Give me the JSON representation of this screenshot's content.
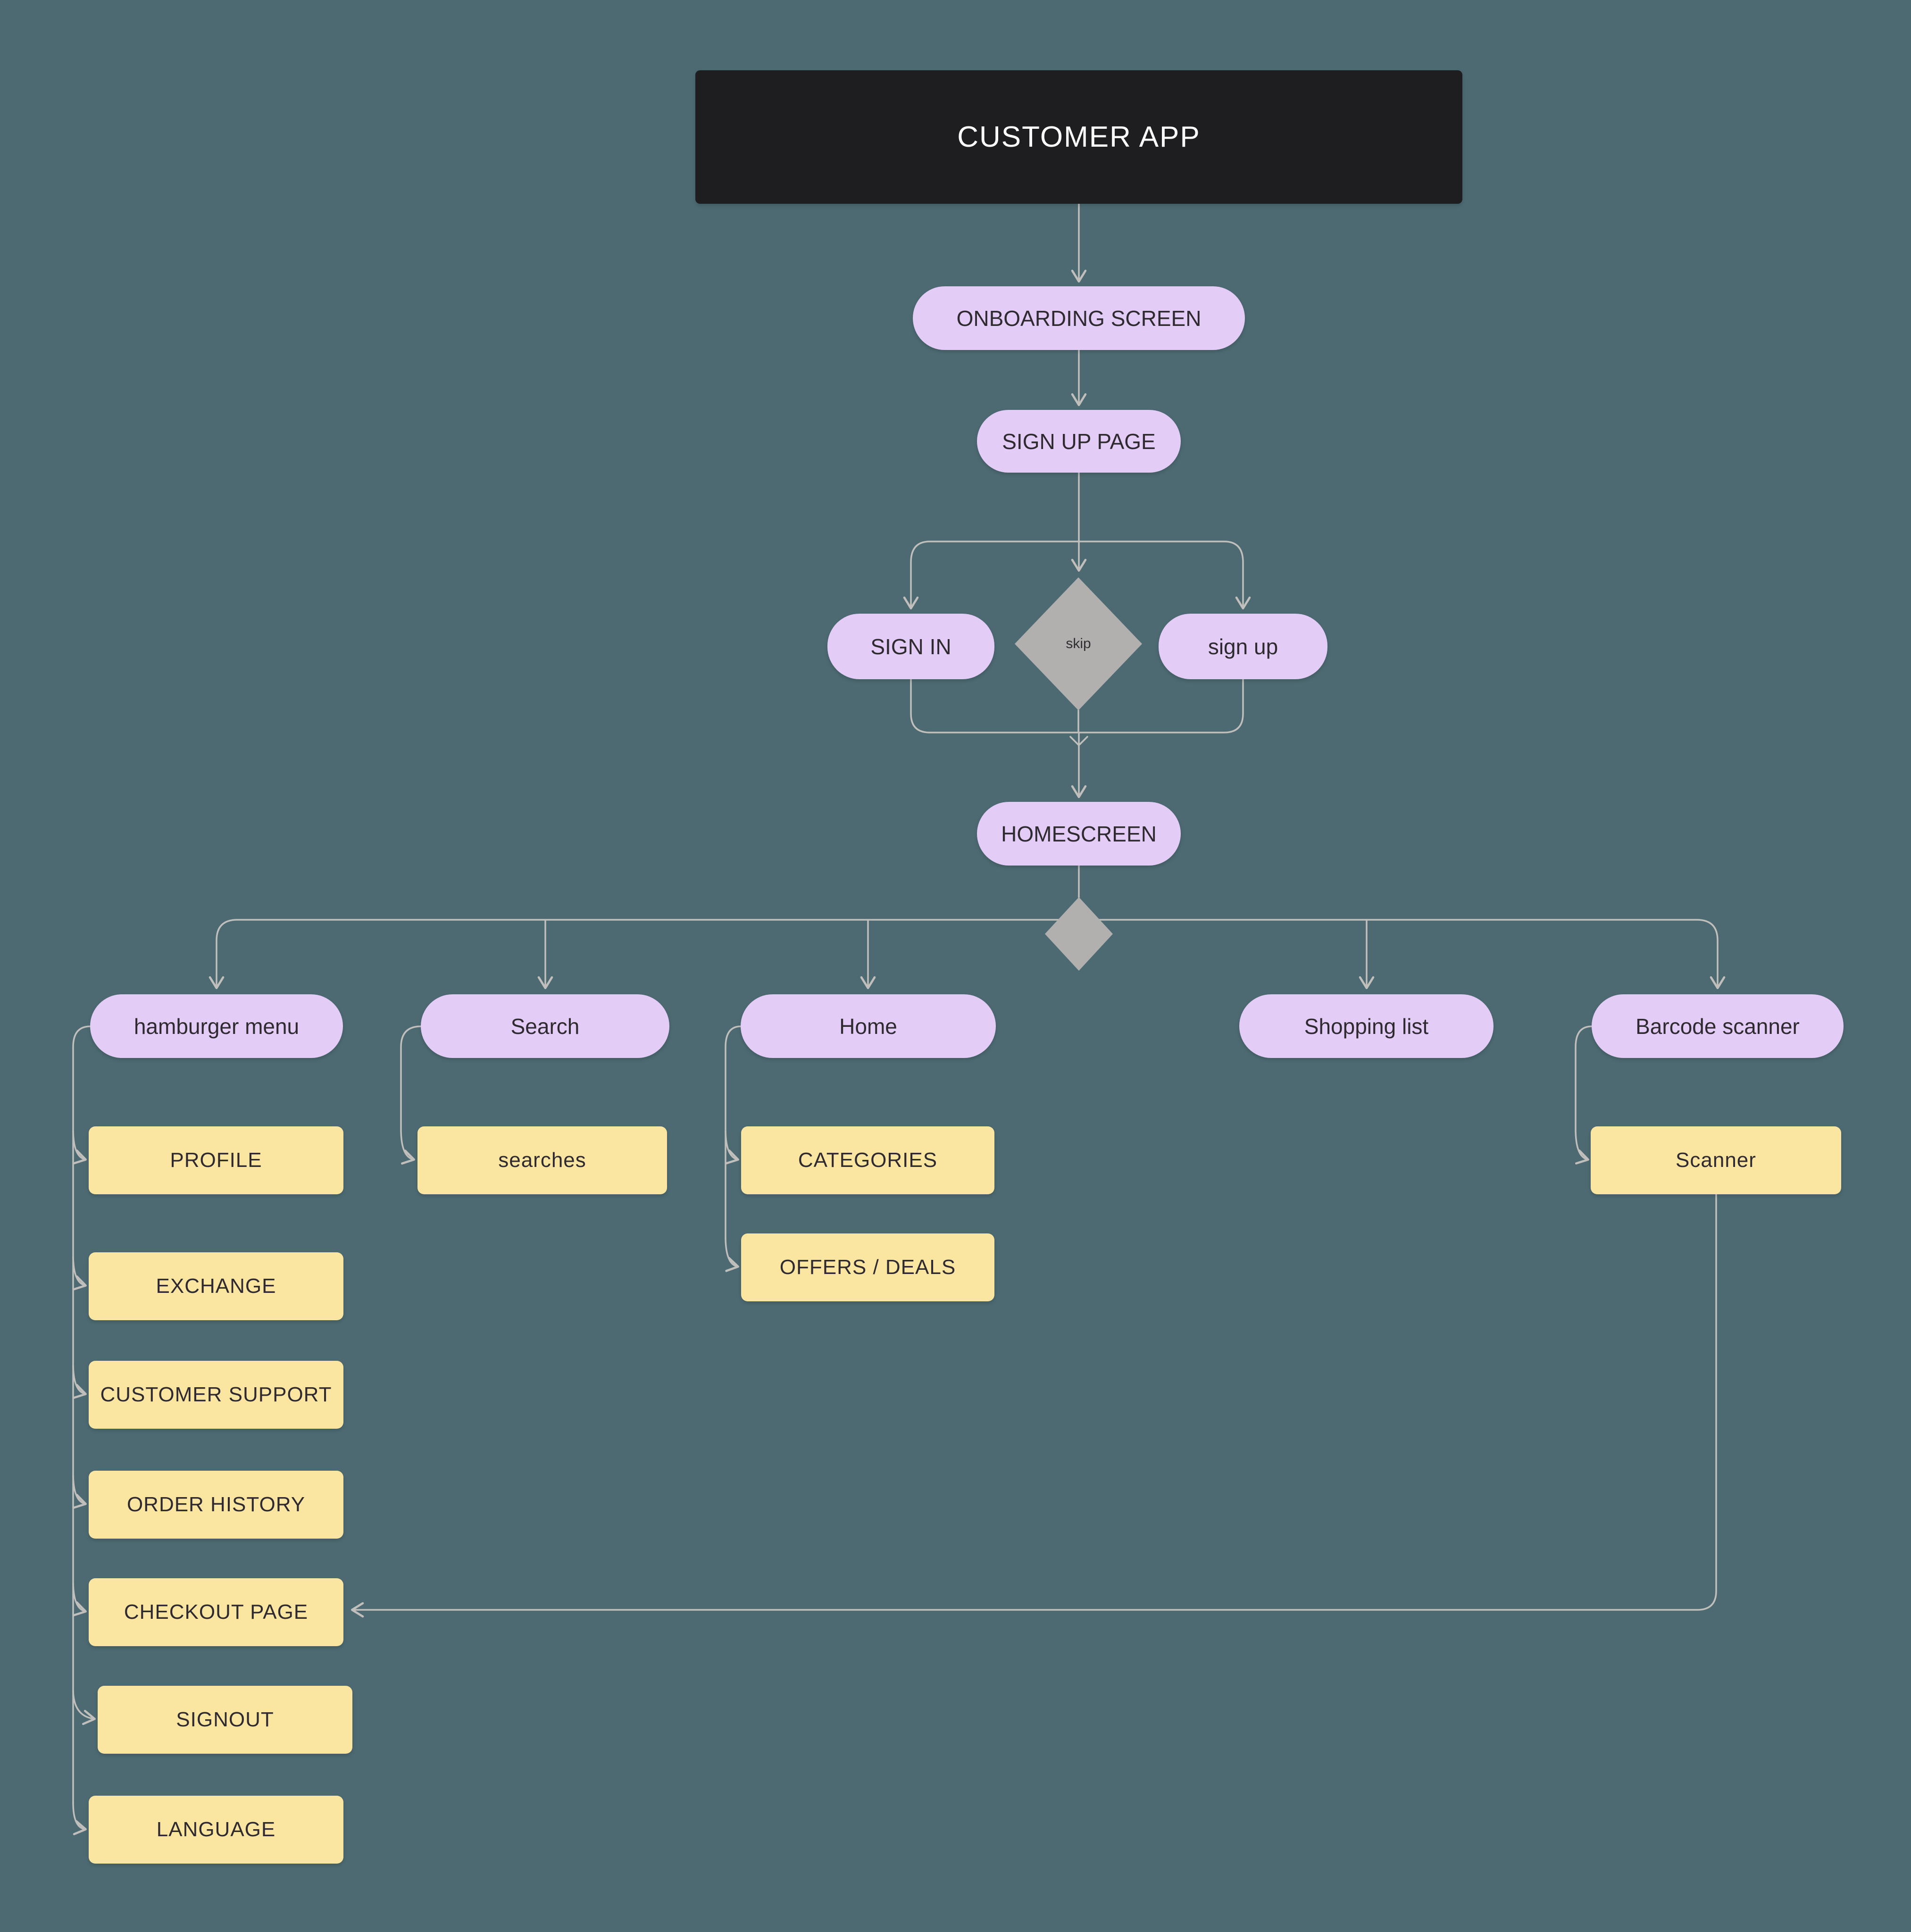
{
  "diagram": {
    "title": "CUSTOMER APP",
    "colors": {
      "background": "#4d6a72",
      "header_fill": "#1e1e20",
      "header_text": "#ffffff",
      "screen_pill_fill": "#e3cdf6",
      "feature_box_fill": "#fae5a1",
      "decision_diamond_fill": "#b1b0ae",
      "connector_line": "#c0bfbc",
      "node_text": "#2e2a30"
    },
    "nodes": {
      "customer_app": {
        "label": "CUSTOMER APP",
        "type": "header"
      },
      "onboarding_screen": {
        "label": "ONBOARDING SCREEN",
        "type": "screen"
      },
      "sign_up_page": {
        "label": "SIGN UP PAGE",
        "type": "screen"
      },
      "sign_in": {
        "label": "SIGN IN",
        "type": "screen"
      },
      "skip_decision": {
        "label": "skip",
        "type": "decision"
      },
      "sign_up": {
        "label": "sign up",
        "type": "screen"
      },
      "homescreen": {
        "label": "HOMESCREEN",
        "type": "screen"
      },
      "hamburger_menu": {
        "label": "hamburger menu",
        "type": "screen"
      },
      "search": {
        "label": "Search",
        "type": "screen"
      },
      "home": {
        "label": "Home",
        "type": "screen"
      },
      "shopping_list": {
        "label": "Shopping list",
        "type": "screen"
      },
      "barcode_scanner": {
        "label": "Barcode scanner",
        "type": "screen"
      },
      "profile": {
        "label": "PROFILE",
        "type": "feature"
      },
      "exchange": {
        "label": "EXCHANGE",
        "type": "feature"
      },
      "customer_support": {
        "label": "CUSTOMER SUPPORT",
        "type": "feature"
      },
      "order_history": {
        "label": "ORDER HISTORY",
        "type": "feature"
      },
      "checkout_page": {
        "label": "CHECKOUT PAGE",
        "type": "feature"
      },
      "signout": {
        "label": "SIGNOUT",
        "type": "feature"
      },
      "language": {
        "label": "LANGUAGE",
        "type": "feature"
      },
      "searches": {
        "label": "searches",
        "type": "feature"
      },
      "categories": {
        "label": "CATEGORIES",
        "type": "feature"
      },
      "offers_deals": {
        "label": "OFFERS / DEALS",
        "type": "feature"
      },
      "scanner": {
        "label": "Scanner",
        "type": "feature"
      }
    }
  }
}
